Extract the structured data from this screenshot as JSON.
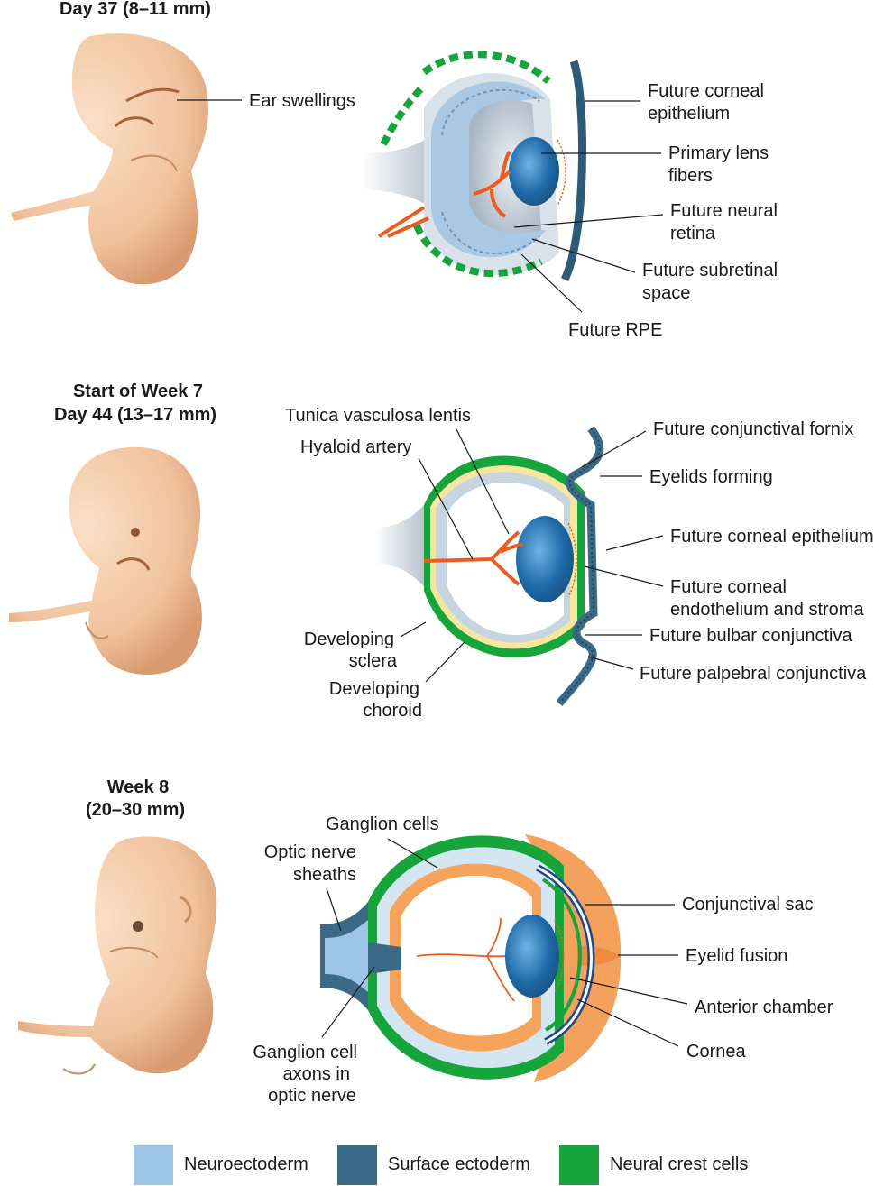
{
  "stages": [
    {
      "title_lines": [
        "Day 37 (8–11 mm)"
      ],
      "labels": {
        "ear_swellings": "Ear swellings",
        "future_corneal_epithelium": [
          "Future corneal",
          "epithelium"
        ],
        "primary_lens_fibers": [
          "Primary lens",
          "fibers"
        ],
        "future_neural_retina": [
          "Future neural",
          "retina"
        ],
        "future_subretinal_space": [
          "Future subretinal",
          "space"
        ],
        "future_rpe": "Future RPE"
      }
    },
    {
      "title_lines": [
        "Start of Week 7",
        "Day 44 (13–17 mm)"
      ],
      "labels": {
        "tunica_vasculosa_lentis": "Tunica vasculosa lentis",
        "hyaloid_artery": "Hyaloid artery",
        "future_conjunctival_fornix": "Future conjunctival fornix",
        "eyelids_forming": "Eyelids forming",
        "future_corneal_epithelium": "Future corneal epithelium",
        "future_corneal_endothelium_stroma": [
          "Future corneal",
          "endothelium and stroma"
        ],
        "future_bulbar_conjunctiva": "Future bulbar conjunctiva",
        "future_palpebral_conjunctiva": "Future palpebral conjunctiva",
        "developing_sclera": [
          "Developing",
          "sclera"
        ],
        "developing_choroid": [
          "Developing",
          "choroid"
        ]
      }
    },
    {
      "title_lines": [
        "Week 8",
        "(20–30 mm)"
      ],
      "labels": {
        "ganglion_cells": "Ganglion cells",
        "optic_nerve_sheaths": [
          "Optic nerve",
          "sheaths"
        ],
        "conjunctival_sac": "Conjunctival sac",
        "eyelid_fusion": "Eyelid fusion",
        "anterior_chamber": "Anterior chamber",
        "cornea": "Cornea",
        "ganglion_cell_axons": [
          "Ganglion cell",
          "axons in",
          "optic nerve"
        ]
      }
    }
  ],
  "legend": [
    {
      "label": "Neuroectoderm",
      "color": "#9cc5e6"
    },
    {
      "label": "Surface ectoderm",
      "color": "#3b6a86"
    },
    {
      "label": "Neural crest cells",
      "color": "#16a53a"
    }
  ],
  "colors": {
    "embryo_skin": "#f0c29c",
    "lens_blue": "#1f6aa8",
    "vessel_orange": "#ef5b1f",
    "eyelid_orange": "#f4a15e",
    "retina_grey": "#c9d3dc"
  }
}
